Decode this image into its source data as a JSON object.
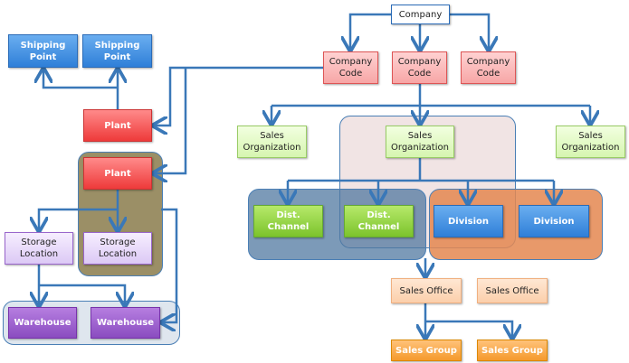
{
  "colors": {
    "connector": "#3a78b8",
    "plant_group": "#9b8f66",
    "distribution_group": "#5f86a8",
    "division_group": "#e5915a",
    "sales_org_group": "#efdcdc",
    "warehouse_group": "#dfe6ee"
  },
  "nodes": {
    "company": "Company",
    "company_code_1": "Company\nCode",
    "company_code_2": "Company\nCode",
    "company_code_3": "Company\nCode",
    "shipping_point_1": "Shipping\nPoint",
    "shipping_point_2": "Shipping\nPoint",
    "plant_1": "Plant",
    "plant_2": "Plant",
    "storage_location_1": "Storage\nLocation",
    "storage_location_2": "Storage\nLocation",
    "warehouse_1": "Warehouse",
    "warehouse_2": "Warehouse",
    "sales_org_1": "Sales\nOrganization",
    "sales_org_2": "Sales\nOrganization",
    "sales_org_3": "Sales\nOrganization",
    "dist_channel_1": "Dist.\nChannel",
    "dist_channel_2": "Dist.\nChannel",
    "division_1": "Division",
    "division_2": "Division",
    "sales_office_1": "Sales Office",
    "sales_office_2": "Sales Office",
    "sales_group_1": "Sales Group",
    "sales_group_2": "Sales Group"
  }
}
